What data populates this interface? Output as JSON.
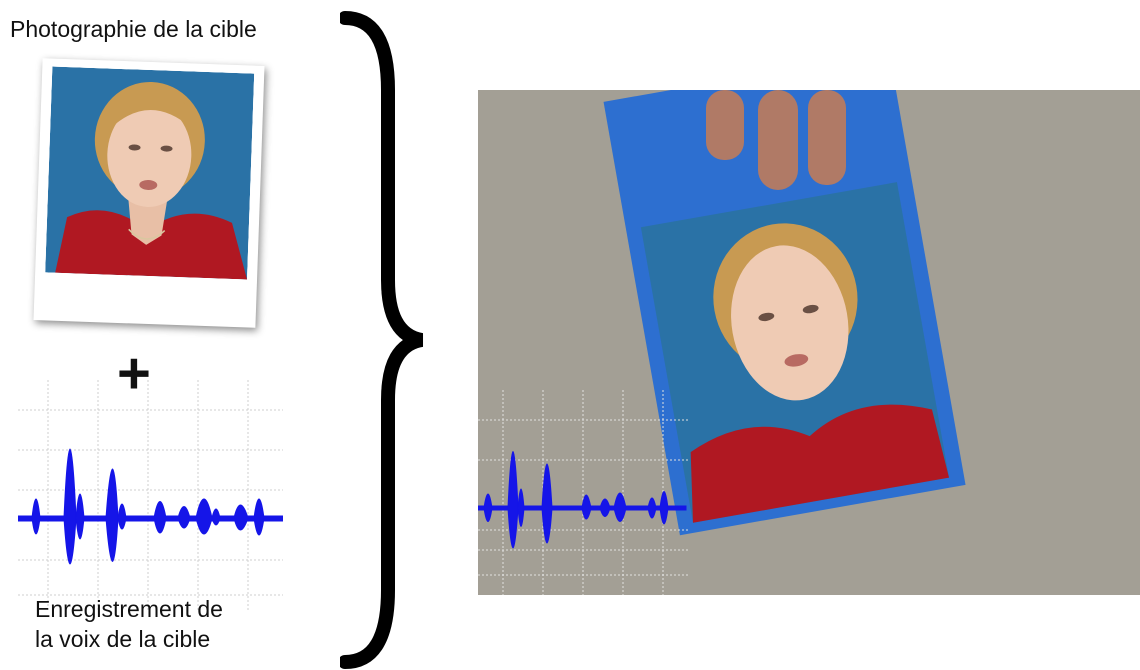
{
  "labels": {
    "photo": "Photographie de la cible",
    "plus": "+",
    "voice_line1": "Enregistrement de",
    "voice_line2": "la voix de la cible"
  },
  "colors": {
    "photo_background": "#2a72a6",
    "shirt": "#b01822",
    "waveform": "#1515e8",
    "scene_wall": "#a7a298"
  },
  "icons": [
    "curly-brace-icon"
  ]
}
